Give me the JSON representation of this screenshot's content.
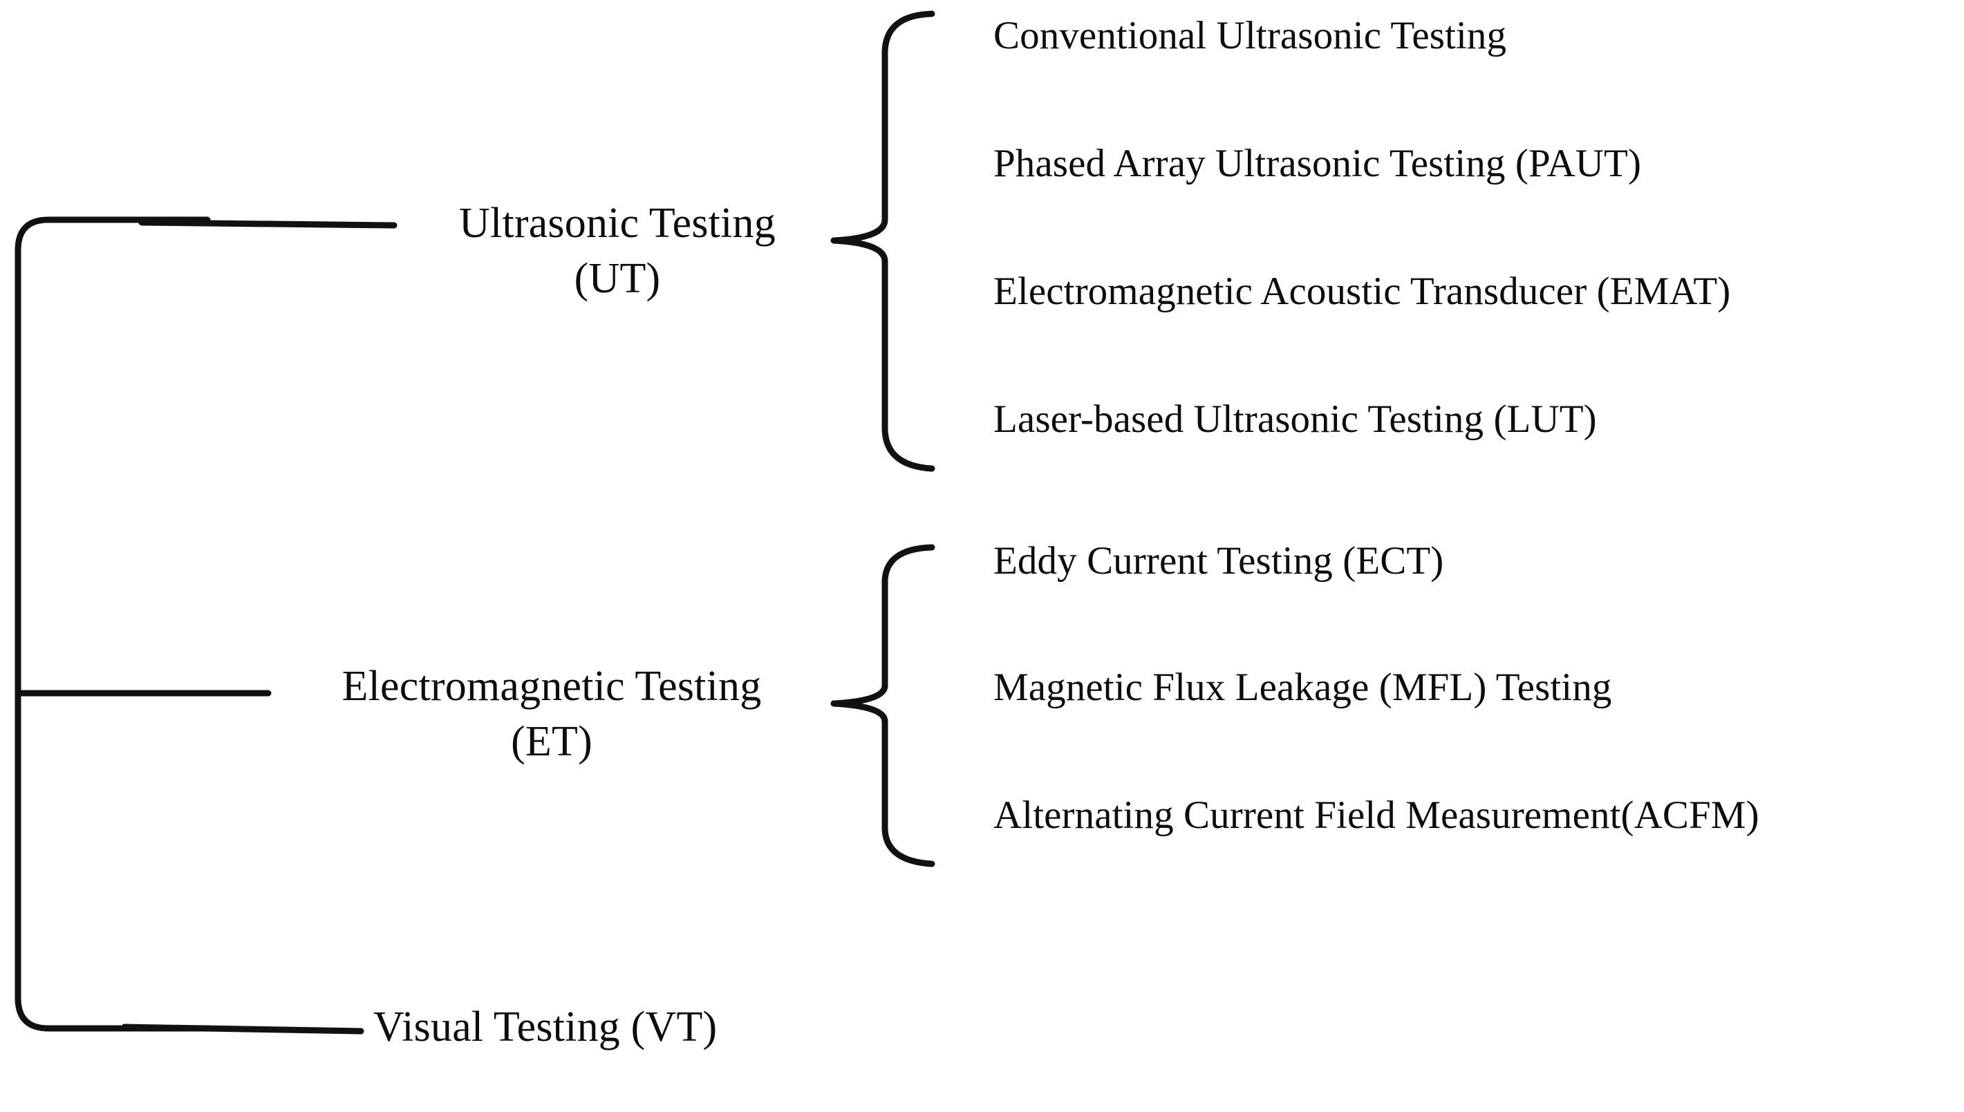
{
  "diagram": {
    "type": "hierarchy-tree",
    "orientation": "left-to-right",
    "stroke_color": "#111111",
    "background_color": "#ffffff",
    "text_color": "#0d0d0d",
    "root": {
      "label": "",
      "bracket": "square-bracket"
    },
    "branches": [
      {
        "id": "ut",
        "label_line1": "Ultrasonic Testing",
        "label_line2": "(UT)",
        "connector": "curly-brace",
        "children": [
          {
            "label": "Conventional Ultrasonic Testing"
          },
          {
            "label": "Phased Array Ultrasonic Testing (PAUT)"
          },
          {
            "label": "Electromagnetic Acoustic Transducer (EMAT)"
          },
          {
            "label": "Laser-based Ultrasonic Testing (LUT)"
          }
        ]
      },
      {
        "id": "et",
        "label_line1": "Electromagnetic Testing",
        "label_line2": "(ET)",
        "connector": "curly-brace",
        "children": [
          {
            "label": "Eddy Current Testing (ECT)"
          },
          {
            "label": "Magnetic Flux Leakage (MFL) Testing"
          },
          {
            "label": "Alternating Current Field Measurement(ACFM)"
          }
        ]
      },
      {
        "id": "vt",
        "label_line1": "Visual Testing (VT)",
        "label_line2": "",
        "connector": "none",
        "children": []
      }
    ]
  }
}
